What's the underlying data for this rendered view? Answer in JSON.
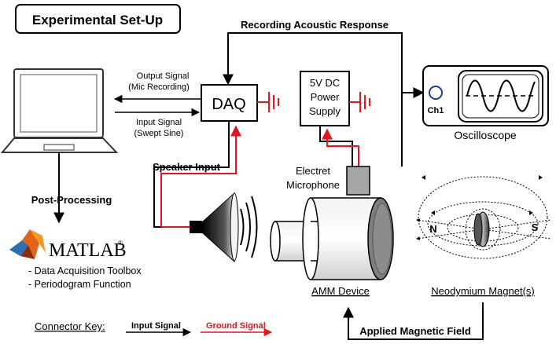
{
  "title": "Experimental Set-Up",
  "labels": {
    "recording": "Recording Acoustic Response",
    "output_signal": "Output Signal",
    "mic_recording": "(Mic Recording)",
    "input_signal": "Input Signal",
    "swept_sine": "(Swept Sine)",
    "daq": "DAQ",
    "power_line1": "5V DC",
    "power_line2": "Power",
    "power_line3": "Supply",
    "channel": "Ch1",
    "oscilloscope": "Oscilloscope",
    "speaker_input": "Speaker Input",
    "mic_line1": "Electret",
    "mic_line2": "Microphone",
    "post_processing": "Post-Processing",
    "matlab": "MATLAB",
    "matlab_reg": "®",
    "toolbox1": "- Data Acquisition Toolbox",
    "toolbox2": "- Periodogram Function",
    "amm_device": "AMM Device",
    "magnet": "Neodymium Magnet(s)",
    "pole_n": "N",
    "pole_s": "S",
    "applied_field": "Applied Magnetic Field",
    "connector_key": "Connector Key:",
    "key_input": "Input Signal",
    "key_ground": "Ground Signal"
  },
  "colors": {
    "signal": "#000000",
    "ground": "#e8141b",
    "mic_body": "#a6a6a6",
    "amm_body": "#d9d9d9",
    "amm_face": "#7f7f7f"
  },
  "icons": [
    "laptop-icon",
    "matlab-logo-icon",
    "speaker-icon",
    "ground-symbol-icon",
    "oscilloscope-icon",
    "microphone-icon",
    "amm-device-icon",
    "magnet-icon"
  ]
}
